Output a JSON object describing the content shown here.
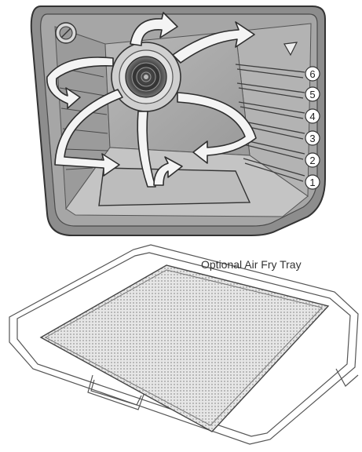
{
  "diagram": {
    "rack_positions": [
      "6",
      "5",
      "4",
      "3",
      "2",
      "1"
    ],
    "tray_caption": "Optional Air Fry Tray"
  }
}
